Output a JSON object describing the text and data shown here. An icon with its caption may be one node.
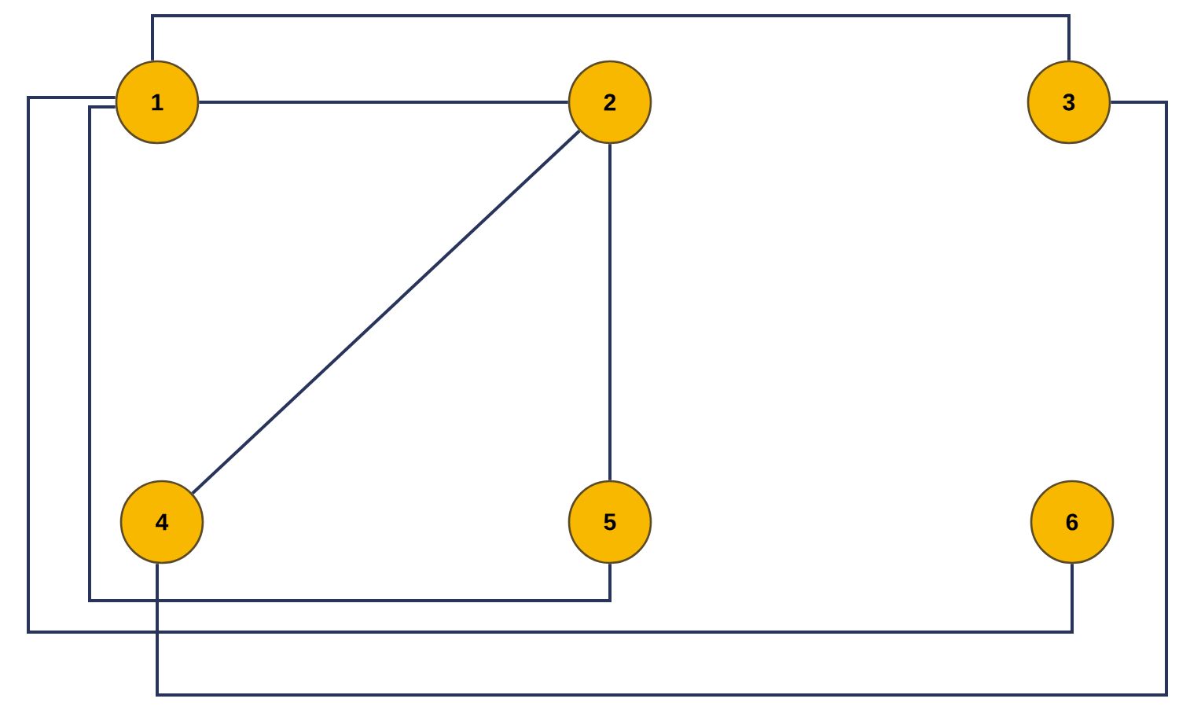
{
  "diagram": {
    "nodes": [
      {
        "text": [
          "1"
        ]
      },
      {
        "text": [
          "2"
        ]
      },
      {
        "text": [
          "3"
        ]
      },
      {
        "text": [
          "4"
        ]
      },
      {
        "text": [
          "5"
        ]
      },
      {
        "text": [
          "6"
        ]
      }
    ],
    "edges": [
      {
        "from": 0,
        "to": 1,
        "arrow": "none"
      },
      {
        "from": 1,
        "to": 3,
        "arrow": "none"
      },
      {
        "from": 1,
        "to": 4,
        "arrow": "none"
      },
      {
        "from": 0,
        "to": 2,
        "arrow": "none"
      },
      {
        "from": 0,
        "to": 4,
        "arrow": "none"
      },
      {
        "from": 0,
        "to": 5,
        "arrow": "none"
      },
      {
        "from": 2,
        "to": 3,
        "arrow": "none"
      }
    ]
  }
}
